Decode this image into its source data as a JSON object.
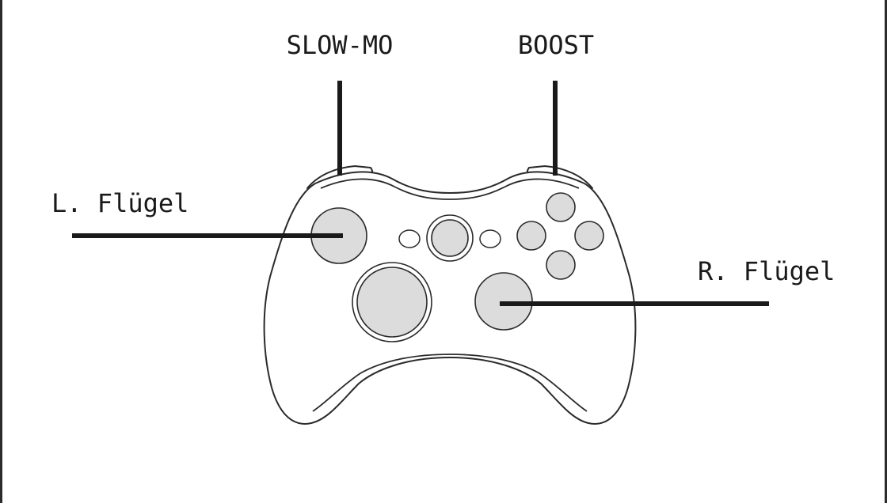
{
  "labels": {
    "slow_mo": "SLOW-MO",
    "boost": "BOOST",
    "left_wing": "L. Flügel",
    "right_wing": "R. Flügel"
  },
  "colors": {
    "line": "#1a1a1a",
    "button_fill": "#dcdcdc",
    "frame": "#2b2b2b"
  }
}
